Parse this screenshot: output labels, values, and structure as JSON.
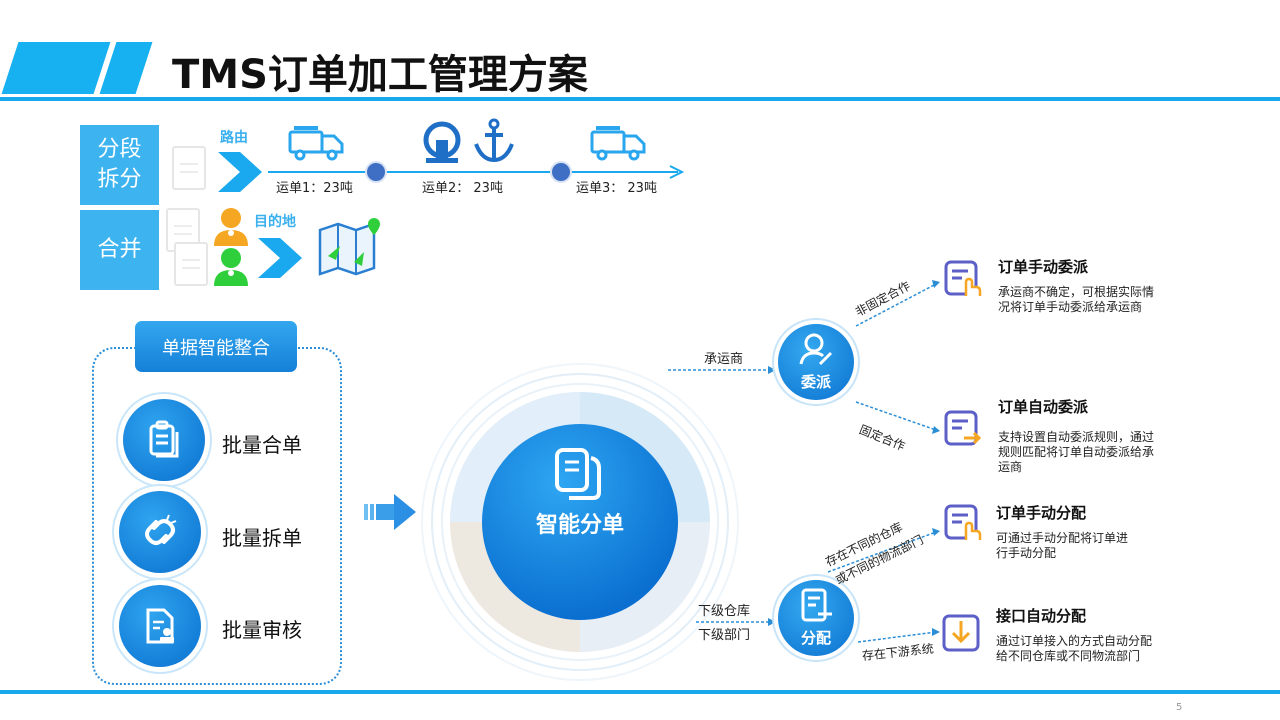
{
  "title": "TMS订单加工管理方案",
  "page_number": "5",
  "top_section": {
    "split": {
      "label_line1": "分段",
      "label_line2": "拆分",
      "route_label": "路由",
      "waybills": [
        "运单1：23吨",
        "运单2： 23吨",
        "运单3： 23吨"
      ]
    },
    "merge": {
      "label": "合并",
      "destination_label": "目的地"
    }
  },
  "integration": {
    "header": "单据智能整合",
    "items": [
      "批量合单",
      "批量拆单",
      "批量审核"
    ]
  },
  "center": {
    "label": "智能分单"
  },
  "dispatch": {
    "circle_label": "委派",
    "incoming_label": "承运商",
    "branch_upper": "非固定合作",
    "branch_lower": "固定合作",
    "results": [
      {
        "title": "订单手动委派",
        "desc": "承运商不确定，可根据实际情况将订单手动委派给承运商"
      },
      {
        "title": "订单自动委派",
        "desc": "支持设置自动委派规则，通过规则匹配将订单自动委派给承运商"
      }
    ]
  },
  "allocate": {
    "circle_label": "分配",
    "incoming_line1": "下级仓库",
    "incoming_line2": "下级部门",
    "branch_upper_line1": "存在不同的仓库",
    "branch_upper_line2": "或不同的物流部门",
    "branch_lower": "存在下游系统",
    "results": [
      {
        "title": "订单手动分配",
        "desc": "可通过手动分配将订单进行手动分配"
      },
      {
        "title": "接口自动分配",
        "desc": "通过订单接入的方式自动分配给不同仓库或不同物流部门"
      }
    ]
  },
  "colors": {
    "accent": "#17a9ec",
    "accent_dark": "#0b71cf",
    "label_blue": "#3ab0ee",
    "icon_purple": "#5b5fc7",
    "icon_orange": "#f5a623"
  }
}
